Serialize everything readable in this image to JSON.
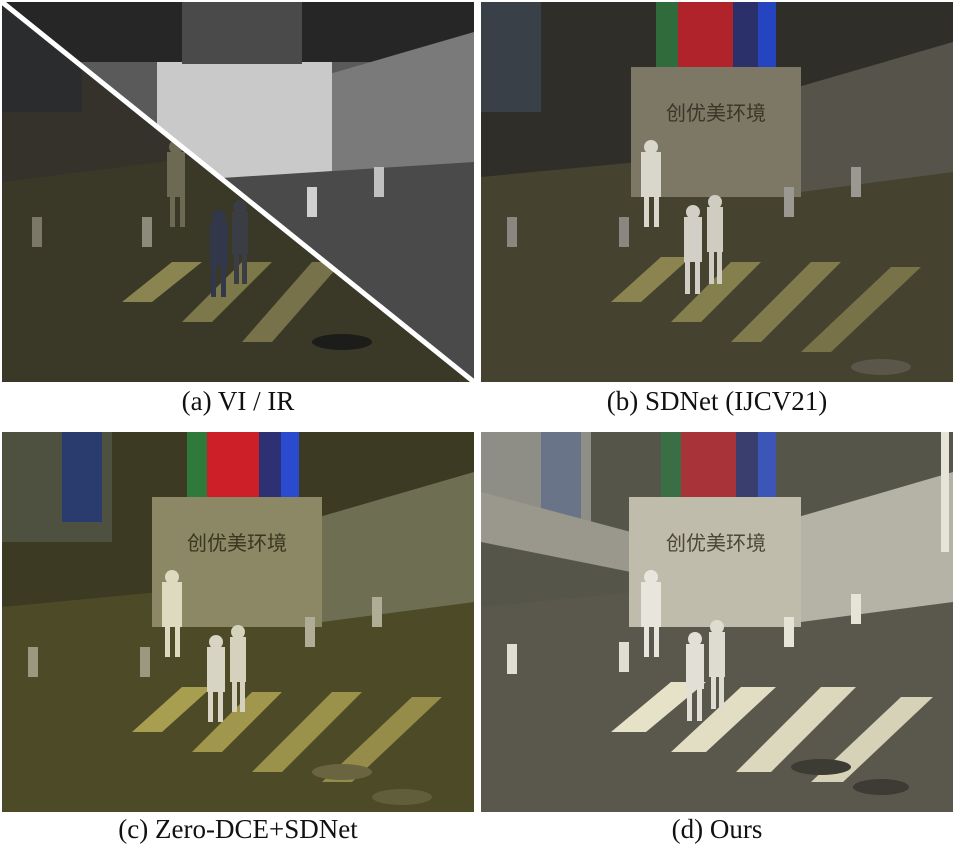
{
  "figure": {
    "panels": [
      {
        "id": "a",
        "caption": "(a)  VI / IR",
        "scene": "split-visible-infrared"
      },
      {
        "id": "b",
        "caption": "(b)  SDNet (IJCV21)",
        "scene": "fused-dark"
      },
      {
        "id": "c",
        "caption": "(c) Zero-DCE+SDNet",
        "scene": "fused-enhanced-yellow"
      },
      {
        "id": "d",
        "caption": "(d)  Ours",
        "scene": "fused-bright"
      }
    ],
    "sign_text": "创优美环境"
  }
}
